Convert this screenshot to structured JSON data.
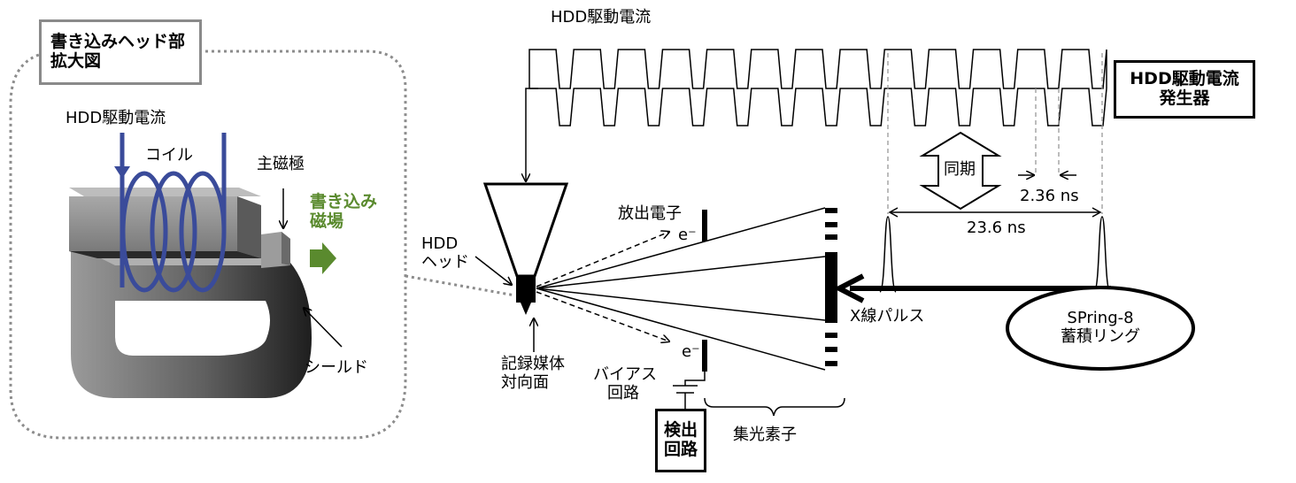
{
  "inset": {
    "title_line1": "書き込みヘッド部",
    "title_line2": "拡大図",
    "current_label": "HDD駆動電流",
    "coil_label": "コイル",
    "main_pole_label": "主磁極",
    "field_label_line1": "書き込み",
    "field_label_line2": "磁場",
    "shield_label": "シールド"
  },
  "timing": {
    "drive_current_label": "HDD駆動電流",
    "generator_line1": "HDD駆動電流",
    "generator_line2": "発生器",
    "sync_label": "同期",
    "period_label": "2.36 ns",
    "pulse_interval_label": "23.6 ns"
  },
  "setup": {
    "head_label_line1": "HDD",
    "head_label_line2": "ヘッド",
    "media_face_line1": "記録媒体",
    "media_face_line2": "対向面",
    "emitted_electrons": "放出電子",
    "electron_upper": "e⁻",
    "electron_lower": "e⁻",
    "bias_line1": "バイアス",
    "bias_line2": "回路",
    "detector_line1": "検出",
    "detector_line2": "回路",
    "focusing_element": "集光素子",
    "xray_pulse": "X線パルス",
    "ring_line1": "SPring-8",
    "ring_line2": "蓄積リング"
  },
  "colors": {
    "coil": "#3a4b9a",
    "field_accent": "#5a8a2e",
    "yoke": "#8a8a8a",
    "dotted": "#8c8c8c"
  }
}
